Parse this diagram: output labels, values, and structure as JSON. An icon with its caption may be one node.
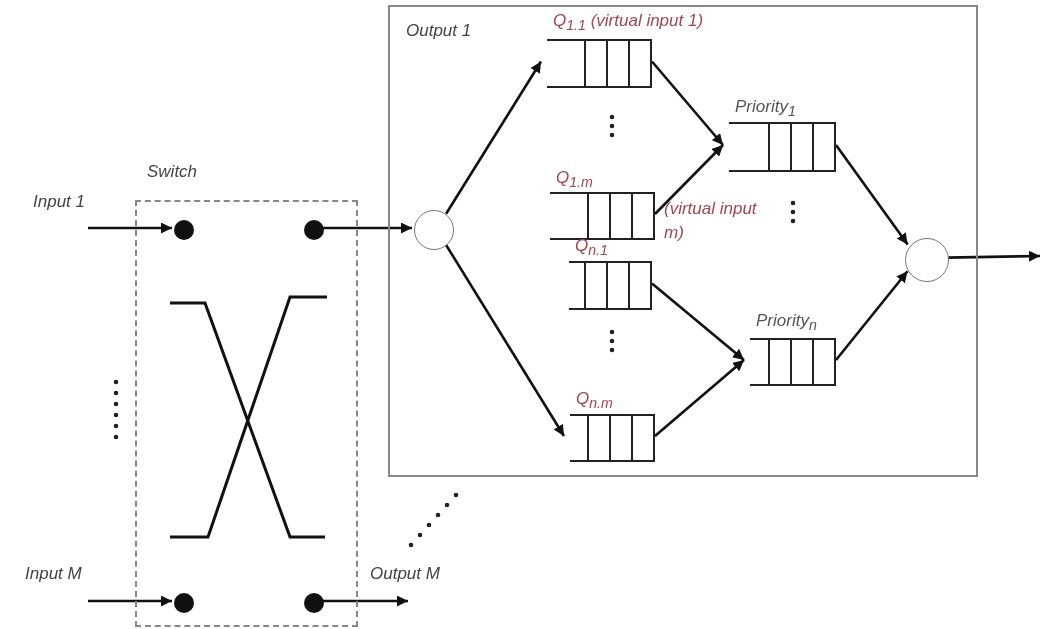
{
  "diagram": {
    "nodes": [
      {
        "text": [
          "Switch"
        ]
      },
      {
        "text": [],
        "shape": "circle",
        "in": 0
      },
      {
        "text": [],
        "shape": "circle",
        "in": 0
      },
      {
        "text": [],
        "shape": "circle",
        "in": 0
      },
      {
        "text": [],
        "shape": "circle",
        "in": 0
      },
      {
        "text": [
          "Output 1"
        ]
      },
      {
        "text": [],
        "shape": "circle",
        "in": 5
      },
      {
        "text": [
          "Q$_{1.1}$ (virtual input 1)"
        ],
        "in": 5
      },
      {
        "text": [
          "Q$_{1.m}$"
        ],
        "beside": [
          "(virtual input m)"
        ],
        "in": 5
      },
      {
        "text": [
          "Q$_{n.1}$"
        ],
        "in": 5
      },
      {
        "text": [
          "Q$_{n.m}$"
        ],
        "in": 5
      },
      {
        "text": [
          "Priority$_{1}$"
        ],
        "in": 5
      },
      {
        "text": [
          "Priority$_{n}$"
        ],
        "in": 5
      },
      {
        "text": [],
        "shape": "circle",
        "in": 5
      }
    ],
    "edges": [
      {
        "from": null,
        "to": 1,
        "arrow": "to",
        "label": "Input 1"
      },
      {
        "from": null,
        "to": 3,
        "arrow": "to",
        "label": "Input M"
      },
      {
        "from": 2,
        "to": 6,
        "arrow": "to"
      },
      {
        "from": 4,
        "to": null,
        "arrow": "to",
        "label": "Output M"
      },
      {
        "from": 6,
        "to": 7,
        "arrow": "to"
      },
      {
        "from": 6,
        "to": 10,
        "arrow": "to"
      },
      {
        "from": 7,
        "to": 11,
        "arrow": "to"
      },
      {
        "from": 8,
        "to": 11,
        "arrow": "to"
      },
      {
        "from": 9,
        "to": 12,
        "arrow": "to"
      },
      {
        "from": 10,
        "to": 12,
        "arrow": "to"
      },
      {
        "from": 11,
        "to": 13,
        "arrow": "to"
      },
      {
        "from": 12,
        "to": 13,
        "arrow": "to"
      },
      {
        "from": 13,
        "to": null,
        "arrow": "to"
      }
    ]
  }
}
